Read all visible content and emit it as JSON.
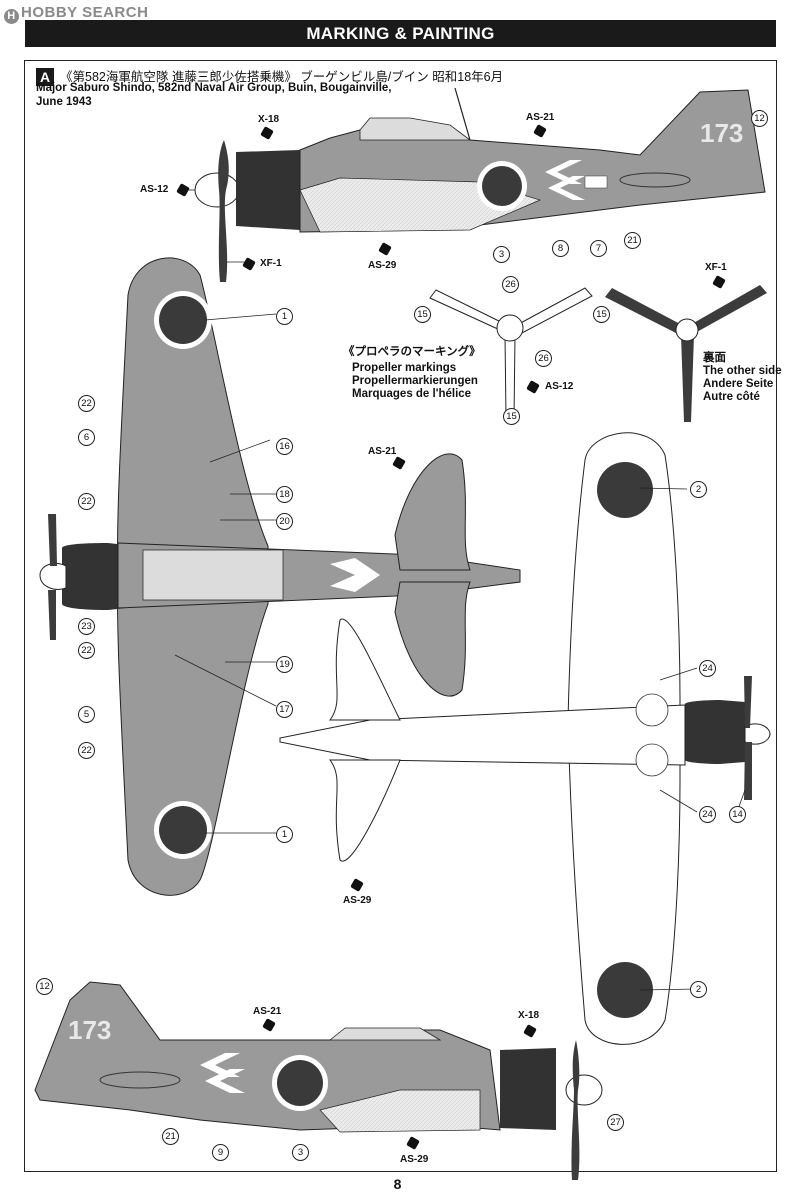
{
  "watermark": {
    "logo": "H",
    "text": "HOBBY SEARCH"
  },
  "title": "MARKING & PAINTING",
  "section": "A",
  "caption": {
    "jp": "《第582海軍航空隊 進藤三郎少佐搭乗機》 ブーゲンビル島/ブイン 昭和18年6月",
    "line1": "Major Saburo Shindo, 582nd Naval Air Group, Buin, Bougainville,",
    "line2": "June 1943"
  },
  "paint_codes": {
    "x18_top": "X-18",
    "as21_top": "AS-21",
    "as12": "AS-12",
    "xf1": "XF-1",
    "as29_top": "AS-29",
    "xf1_prop": "XF-1",
    "as12_prop": "AS-12",
    "as21_mid": "AS-21",
    "as29_mid": "AS-29",
    "as21_bottom": "AS-21",
    "x18_bottom": "X-18",
    "as29_bottom": "AS-29"
  },
  "tail_code": "173",
  "propeller": {
    "jp": "《プロペラのマーキング》",
    "en": "Propeller markings",
    "de": "Propellermarkierungen",
    "fr": "Marquages de l'hélice"
  },
  "other_side": {
    "jp": "裏面",
    "en": "The other side",
    "de": "Andere Seite",
    "fr": "Autre côté"
  },
  "decals": {
    "d1a": "1",
    "d1b": "1",
    "d2a": "2",
    "d2b": "2",
    "d3a": "3",
    "d3b": "3",
    "d5": "5",
    "d6": "6",
    "d7": "7",
    "d8": "8",
    "d9": "9",
    "d12a": "12",
    "d12b": "12",
    "d14": "14",
    "d15a": "15",
    "d15b": "15",
    "d15c": "15",
    "d16": "16",
    "d17": "17",
    "d18": "18",
    "d19": "19",
    "d20": "20",
    "d21a": "21",
    "d21b": "21",
    "d22a": "22",
    "d22b": "22",
    "d22c": "22",
    "d22d": "22",
    "d23": "23",
    "d24a": "24",
    "d24b": "24",
    "d26a": "26",
    "d26b": "26",
    "d27": "27"
  },
  "page_number": "8"
}
